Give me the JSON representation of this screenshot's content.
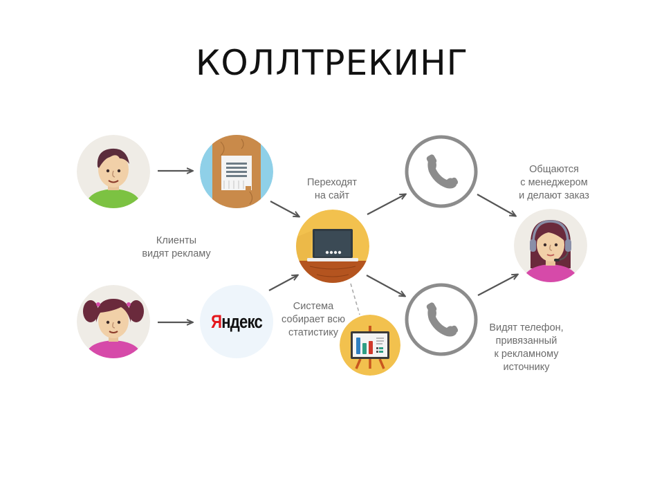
{
  "title": "КОЛЛТРЕКИНГ",
  "nodes": {
    "client_male": {
      "icon": "man-avatar-icon",
      "bg": "#efece6",
      "shirt": "#7cc242",
      "hair": "#5b2d3c"
    },
    "billboard": {
      "icon": "billboard-ad-icon",
      "bg": "#8fd0e8",
      "wood": "#c98a4a"
    },
    "client_female": {
      "icon": "woman-avatar-icon",
      "bg": "#efece6",
      "shirt": "#d64aa9",
      "hair": "#6a2a3c"
    },
    "yandex": {
      "icon": "yandex-logo-icon",
      "bg": "#eef5fb",
      "logo_first": "Я",
      "logo_rest": "ндекс",
      "logo_first_color": "#e4161b",
      "logo_rest_color": "#111111"
    },
    "website": {
      "icon": "laptop-icon",
      "bg": "#f2c14e",
      "table": "#b4541f",
      "screen": "#3b4a55"
    },
    "statistics": {
      "icon": "presentation-chart-icon",
      "bg": "#f2c14e",
      "bars": [
        "#2f7fc1",
        "#2e9e84",
        "#d0392b"
      ]
    },
    "phone_top": {
      "icon": "phone-icon",
      "color": "#8c8c8c"
    },
    "phone_bottom": {
      "icon": "phone-icon",
      "color": "#8c8c8c"
    },
    "operator": {
      "icon": "operator-headset-icon",
      "bg": "#efece6",
      "shirt": "#d64aa9",
      "hair": "#6a2a3c"
    }
  },
  "labels": {
    "clients_see_ads": [
      "Клиенты",
      "видят рекламу"
    ],
    "go_to_site": [
      "Переходят",
      "на сайт"
    ],
    "system_collects": [
      "Система",
      "собирает всю",
      "статистику"
    ],
    "talk_to_manager": [
      "Общаются",
      "с менеджером",
      "и делают заказ"
    ],
    "see_phone": [
      "Видят телефон,",
      "привязанный",
      "к рекламному",
      "источнику"
    ]
  },
  "colors": {
    "arrow": "#555555",
    "label_text": "#6b6b6b",
    "title_text": "#111111",
    "dashed": "#aaaaaa"
  }
}
